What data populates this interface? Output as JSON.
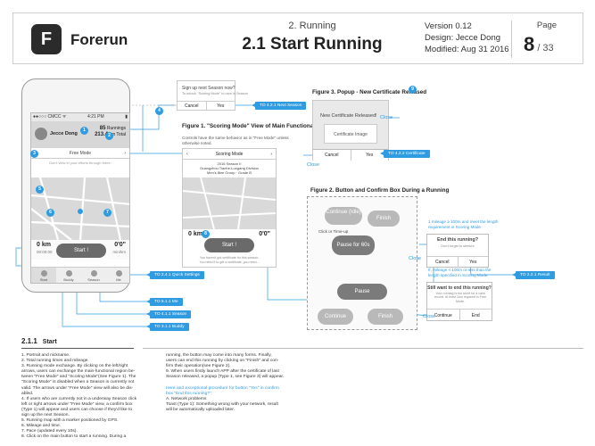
{
  "header": {
    "logo_glyph": "F",
    "app_name": "Forerun",
    "section_number": "2. Running",
    "section_title": "2.1 Start Running",
    "version": "Version 0.12",
    "design": "Design: Jecce Dong",
    "modified": "Modified: Aug 31 2016",
    "page_label": "Page",
    "page_current": "8",
    "page_total": "/ 33"
  },
  "phone": {
    "status_left": "●●○○○ CMCC ᯤ",
    "status_time": "4:21 PM",
    "status_right": "▮",
    "user_name": "Jecce Dong",
    "runs": "85",
    "runs_label": "Runnings",
    "distance": "213.4",
    "distance_unit": "km Total",
    "mode_label": "Free Mode",
    "mode_note": "Don't view in your efforts through there.",
    "stat_distance": "0 km",
    "stat_time": "00:00:00",
    "stat_pace": "0'0\"",
    "stat_pace_unit": "min/km",
    "start_label": "Start !",
    "tabs": [
      "Start",
      "Buddy",
      "Season",
      "Me"
    ]
  },
  "popup_top": {
    "title": "Sign up next Season now?",
    "sub": "To unlock \"Scoring Mode\" to race in Season",
    "cancel": "Cancel",
    "yes": "Yes"
  },
  "figure1": {
    "title": "Figure 1. \"Scoring Mode\" View of Main Functional Region",
    "sub": "Controls have the same behavior as in \"Free Mode\" unless otherwise noted.",
    "mode_label": "Scoring Mode",
    "season_line1": "2016 Season II",
    "season_line2": "Guangzhou Tianhe-Luogang Division",
    "season_line3": "Men's 8km Group · Grade B",
    "stat_distance": "0 km",
    "stat_pace": "0'0\"",
    "start_label": "Start !",
    "note1": "You haven't got certificate for this season.",
    "note2": "You need it to get a certificate, you need...",
    "quick_settings_tag": "TO 2.4.1 Quick Settings"
  },
  "figure3": {
    "title": "Figure 3. Popup - New Certificate Released",
    "question": "New Certificate Released!",
    "image_label": "Certificate Image",
    "cancel": "Cancel",
    "yes": "Yes",
    "close": "Close",
    "close2": "Close",
    "tag": "TO 4.2.2 Certificate"
  },
  "figure2": {
    "title": "Figure 2. Button and Confirm Box During a Running",
    "continue_top": "Continue (Idle)",
    "finish_top": "Finish",
    "pause_60": "Pause for 60s",
    "click_or_timeup": "Click or Time-up",
    "pause": "Pause",
    "continue_bottom": "Continue",
    "finish_bottom": "Finish",
    "cond1": "1 mileage ≥ 100m and meet the length requirement in Scoring Mode",
    "end_q1": "End this running?",
    "end_q1_sub": "Don't forget to stretch!",
    "cancel": "Cancel",
    "yes": "Yes",
    "close": "Close",
    "cond2": "If, mileage < 100m or less than the length specified in Scoring Mode",
    "end_q2": "Still want to end this running?",
    "end_q2_sub": "Your running is too short for a valid record. At least 1km required in Free Mode.",
    "continue_btn": "Continue",
    "end_btn": "End",
    "close2": "Close",
    "result_tag": "TO 2.2.1 Result"
  },
  "tags": {
    "next_season": "TO 4.2.1 Next Season",
    "me": "TO 5.1.1 Me",
    "season": "TO 4.1.1 Season",
    "buddy": "TO 3.1.1 Buddy"
  },
  "markers": [
    "1",
    "2",
    "3",
    "4",
    "5",
    "6",
    "7",
    "8",
    "9"
  ],
  "notes": {
    "section_num": "2.1.1",
    "section_name": "Start",
    "col1": [
      "1. Portrait and nickname.",
      "2. Total running times and mileage.",
      "3. Running mode exchange. By clicking on the left/right",
      "arrows, users can exchange the main-functional region be-",
      "tween \"Free Mode\" and \"Scoring Mode\"(See Figure 1). The",
      "\"Scoring Mode\" is disabled when a Season is currently not",
      "valid. The arrows under \"Free Mode\" view will also be dis-",
      "abled.",
      "4. If users who are currently not in a underway Season click",
      "left or right arrows under \"Free Mode\" view, a confirm box",
      "(Type 1) will appear and users can choose if they'd like to",
      "sign up the next Season.",
      "5. Running map with a marker positioned by GPS.",
      "6. Mileage and time.",
      "7. Pace (updated every 10s).",
      "8. Click on the main button to start a running. During a"
    ],
    "col2": [
      "running, the button may come into many forms. Finally,",
      "users can end this running by clicking on \"Finish\" and con-",
      "firm their operation(see Figure 2).",
      "9. When users firstly launch APP after the certificate of last",
      "Season released, a popup (Type 1, see Figure 3) will appear.",
      "",
      "Here and exceptional procedure for button \"Yes\" in confirm",
      "box \"End this running?\":",
      "A. Network problems",
      "Toast (Type 1): Something wrong with your network, result",
      "will be automatically uploaded later."
    ]
  }
}
